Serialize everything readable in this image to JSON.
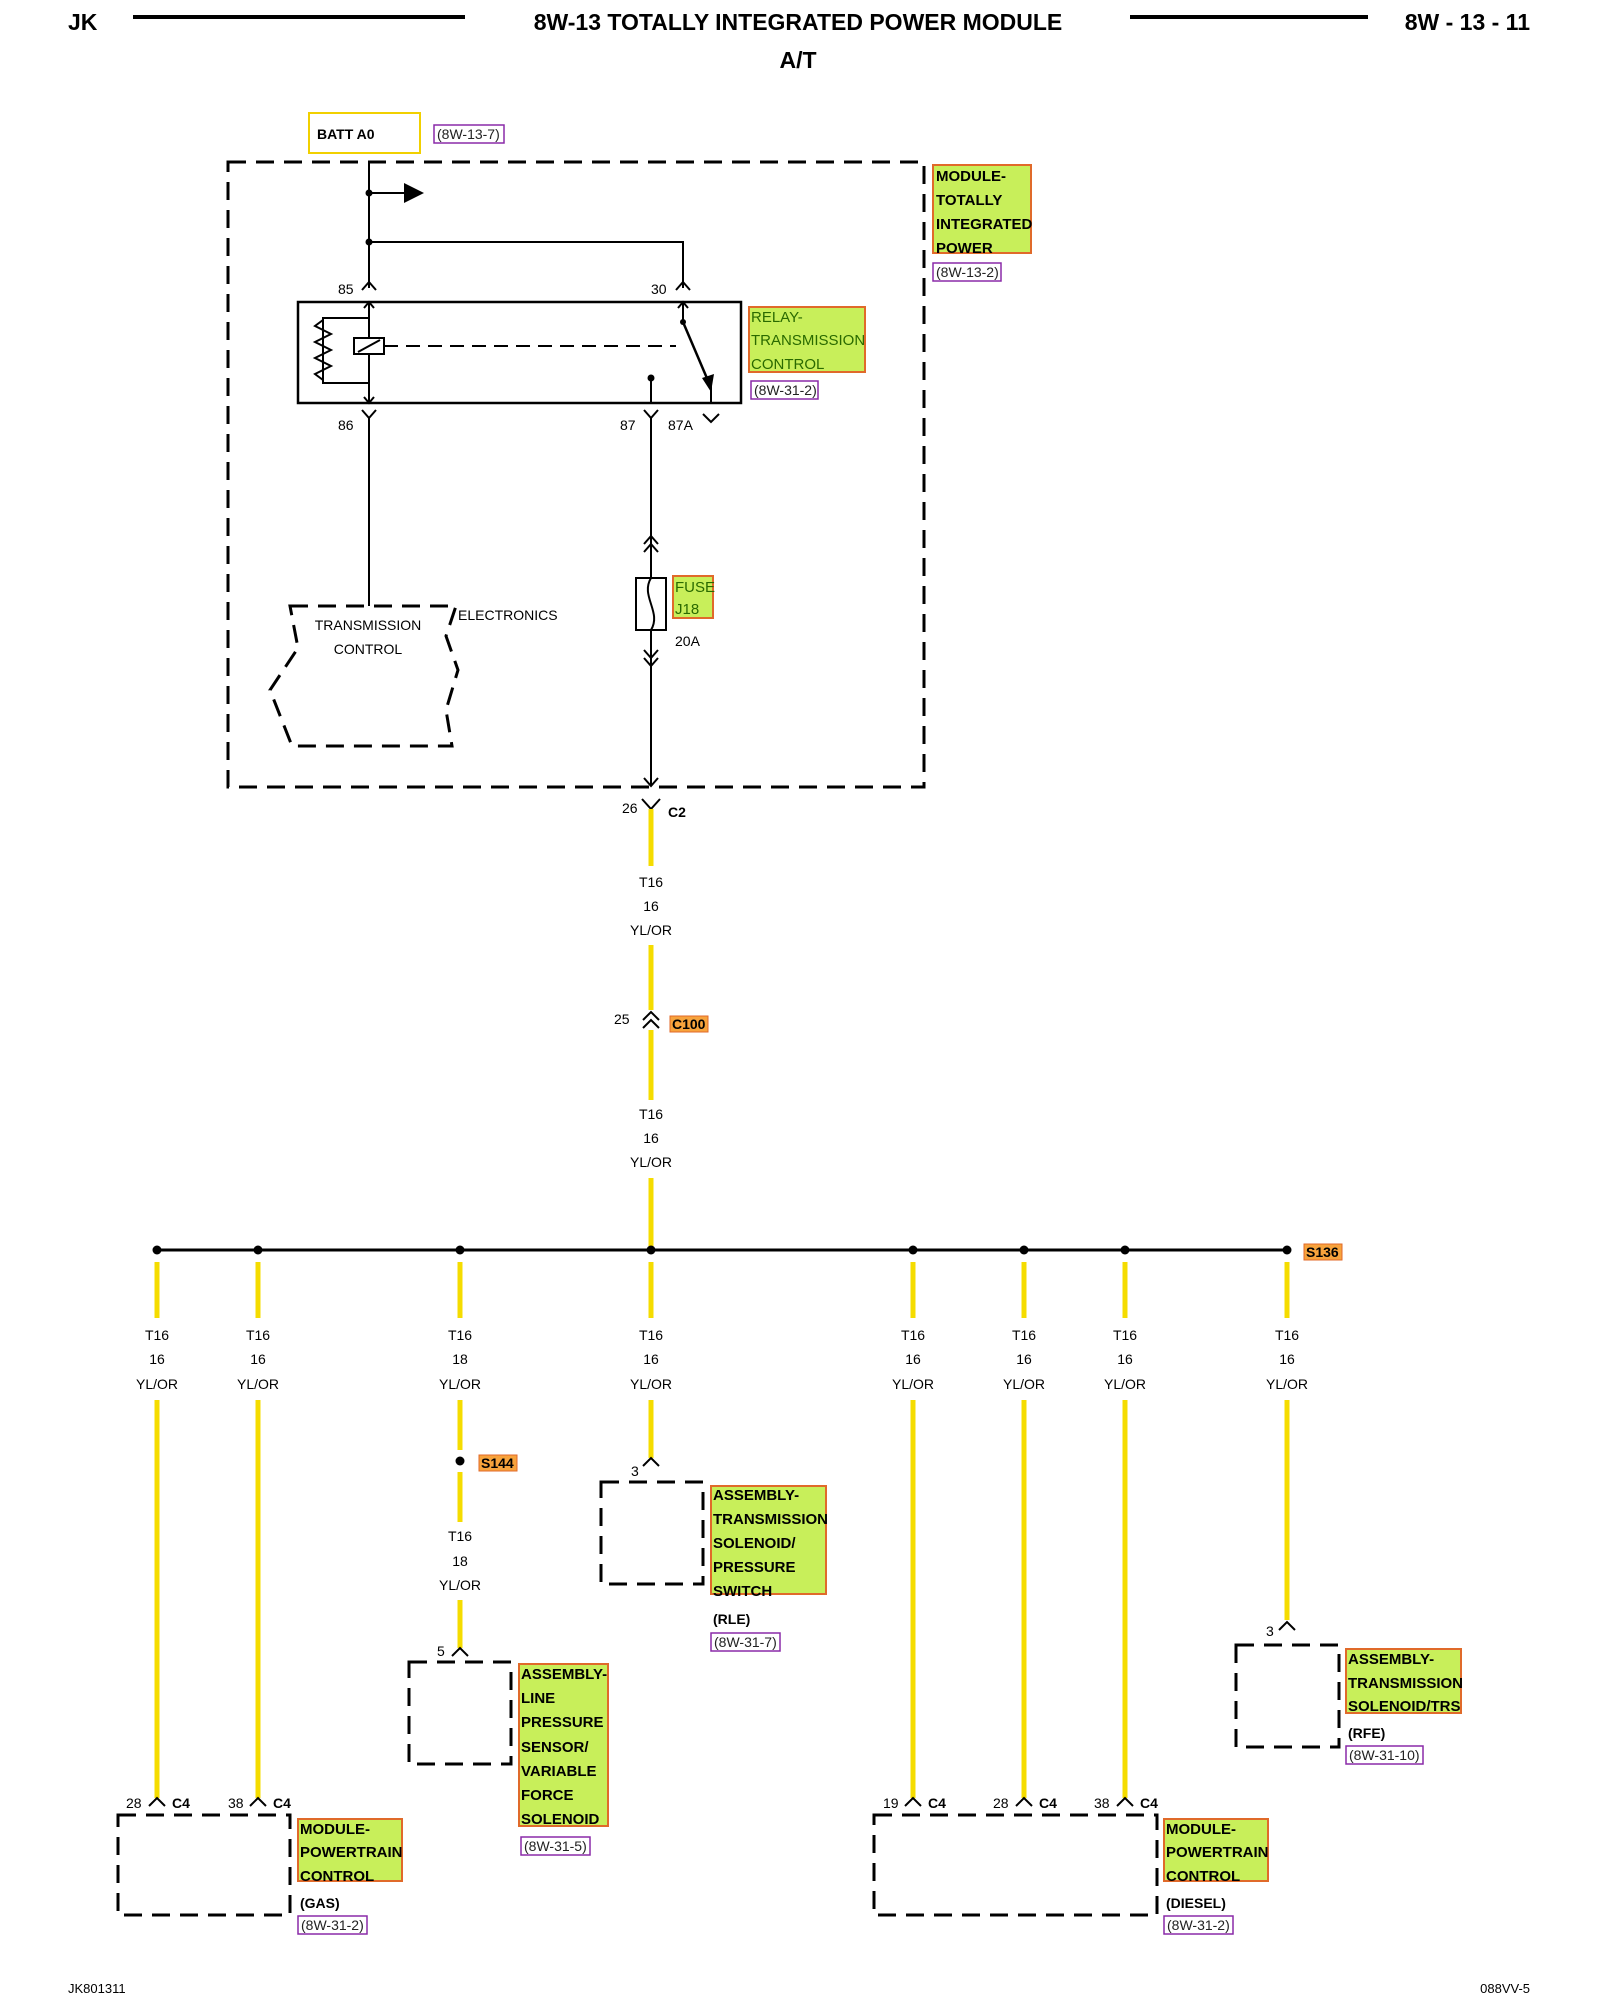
{
  "header": {
    "left": "JK",
    "title": "8W-13 TOTALLY INTEGRATED POWER MODULE",
    "subtitle": "A/T",
    "page_ref": "8W - 13 - 11"
  },
  "footer": {
    "left": "JK801311",
    "right": "088VV-5"
  },
  "colors": {
    "wire_highlight": "#f5dc00",
    "label_fill": "#c8ef5a",
    "label_border": "#e06a2a",
    "ref_border": "#8a2aa8",
    "batt_border": "#f1d000",
    "splice_fill": "#f7a33c"
  },
  "source": {
    "label": "BATT A0",
    "ref": "(8W-13-7)"
  },
  "tipm": {
    "lines": [
      "MODULE-",
      "TOTALLY",
      "INTEGRATED",
      "POWER"
    ],
    "ref": "(8W-13-2)"
  },
  "relay": {
    "lines": [
      "RELAY-",
      "TRANSMISSION",
      "CONTROL"
    ],
    "ref": "(8W-31-2)",
    "pins": {
      "p85": "85",
      "p30": "30",
      "p86": "86",
      "p87": "87",
      "p87a": "87A"
    }
  },
  "fuse": {
    "lines": [
      "FUSE",
      "J18"
    ],
    "rating": "20A"
  },
  "tce": {
    "line1": "TRANSMISSION",
    "line2": "CONTROL",
    "side": "ELECTRONICS"
  },
  "connectors": {
    "c2": {
      "pin": "26",
      "name": "C2"
    },
    "c100": {
      "pin": "25",
      "name": "C100"
    }
  },
  "wire_main": {
    "circuit": "T16",
    "gauge": "16",
    "color": "YL/OR"
  },
  "splice_s136": "S136",
  "splice_s144": "S144",
  "branches": [
    {
      "circuit": "T16",
      "gauge": "16",
      "color": "YL/OR"
    },
    {
      "circuit": "T16",
      "gauge": "16",
      "color": "YL/OR"
    },
    {
      "circuit": "T16",
      "gauge": "18",
      "color": "YL/OR"
    },
    {
      "circuit": "T16",
      "gauge": "16",
      "color": "YL/OR"
    },
    {
      "circuit": "T16",
      "gauge": "16",
      "color": "YL/OR"
    },
    {
      "circuit": "T16",
      "gauge": "16",
      "color": "YL/OR"
    },
    {
      "circuit": "T16",
      "gauge": "16",
      "color": "YL/OR"
    },
    {
      "circuit": "T16",
      "gauge": "16",
      "color": "YL/OR"
    }
  ],
  "s144_wire": {
    "circuit": "T16",
    "gauge": "18",
    "color": "YL/OR"
  },
  "components": {
    "pcm_gas": {
      "lines": [
        "MODULE-",
        "POWERTRAIN",
        "CONTROL"
      ],
      "variant": "(GAS)",
      "ref": "(8W-31-2)",
      "pins": [
        {
          "pin": "28",
          "conn": "C4"
        },
        {
          "pin": "38",
          "conn": "C4"
        }
      ]
    },
    "lps": {
      "lines": [
        "ASSEMBLY-",
        "LINE",
        "PRESSURE",
        "SENSOR/",
        "VARIABLE",
        "FORCE",
        "SOLENOID"
      ],
      "ref": "(8W-31-5)",
      "pin": "5"
    },
    "tsps": {
      "lines": [
        "ASSEMBLY-",
        "TRANSMISSION",
        "SOLENOID/",
        "PRESSURE",
        "SWITCH"
      ],
      "variant": "(RLE)",
      "ref": "(8W-31-7)",
      "pin": "3"
    },
    "pcm_diesel": {
      "lines": [
        "MODULE-",
        "POWERTRAIN",
        "CONTROL"
      ],
      "variant": "(DIESEL)",
      "ref": "(8W-31-2)",
      "pins": [
        {
          "pin": "19",
          "conn": "C4"
        },
        {
          "pin": "28",
          "conn": "C4"
        },
        {
          "pin": "38",
          "conn": "C4"
        }
      ]
    },
    "trs": {
      "lines": [
        "ASSEMBLY-",
        "TRANSMISSION",
        "SOLENOID/TRS"
      ],
      "variant": "(RFE)",
      "ref": "(8W-31-10)",
      "pin": "3"
    }
  }
}
